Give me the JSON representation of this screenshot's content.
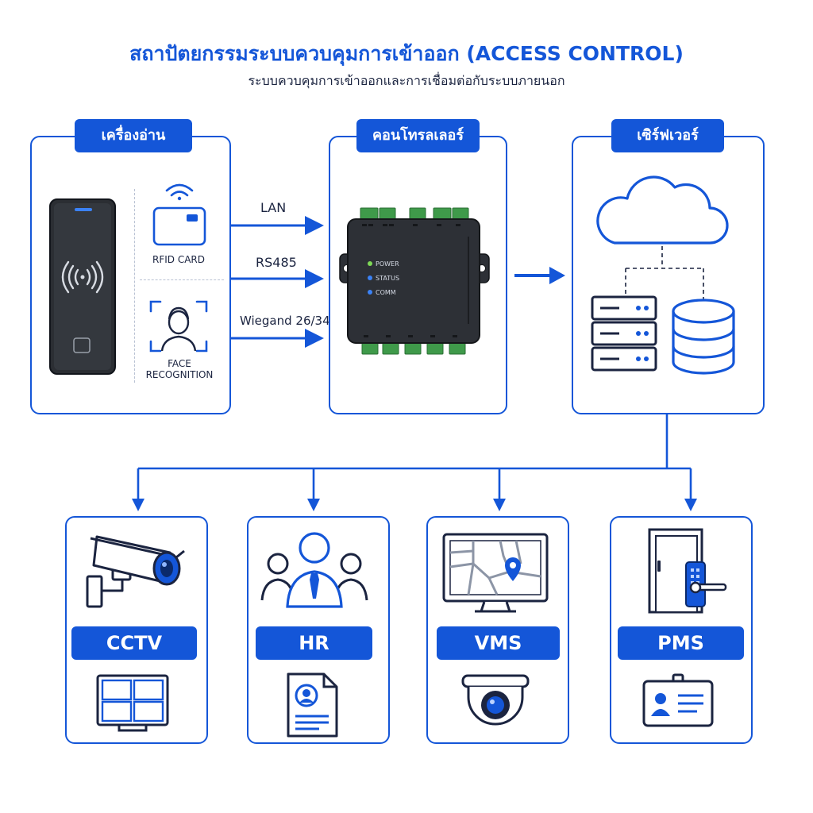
{
  "header": {
    "title": "สถาปัตยกรรมระบบควบคุมการเข้าออก (ACCESS CONTROL)",
    "subtitle": "ระบบควบคุมการเข้าออกและการเชื่อมต่อกับระบบภายนอก"
  },
  "reader": {
    "heading": "เครื่องอ่าน",
    "rfid_label": "RFID CARD",
    "face_label_line1": "FACE",
    "face_label_line2": "RECOGNITION"
  },
  "links": [
    {
      "label": "LAN"
    },
    {
      "label": "RS485"
    },
    {
      "label": "Wiegand 26/34"
    }
  ],
  "controller": {
    "heading": "คอนโทรลเลอร์",
    "leds": [
      {
        "label": "POWER",
        "color": "#7ed957"
      },
      {
        "label": "STATUS",
        "color": "#3b82f6"
      },
      {
        "label": "COMM",
        "color": "#3b82f6"
      }
    ]
  },
  "server": {
    "heading": "เซิร์ฟเวอร์"
  },
  "systems": [
    {
      "label": "CCTV"
    },
    {
      "label": "HR"
    },
    {
      "label": "VMS"
    },
    {
      "label": "PMS"
    }
  ],
  "colors": {
    "accent": "#1456d8",
    "dark": "#1b2440",
    "device": "#2d3036",
    "terminal": "#3f9a4a"
  }
}
